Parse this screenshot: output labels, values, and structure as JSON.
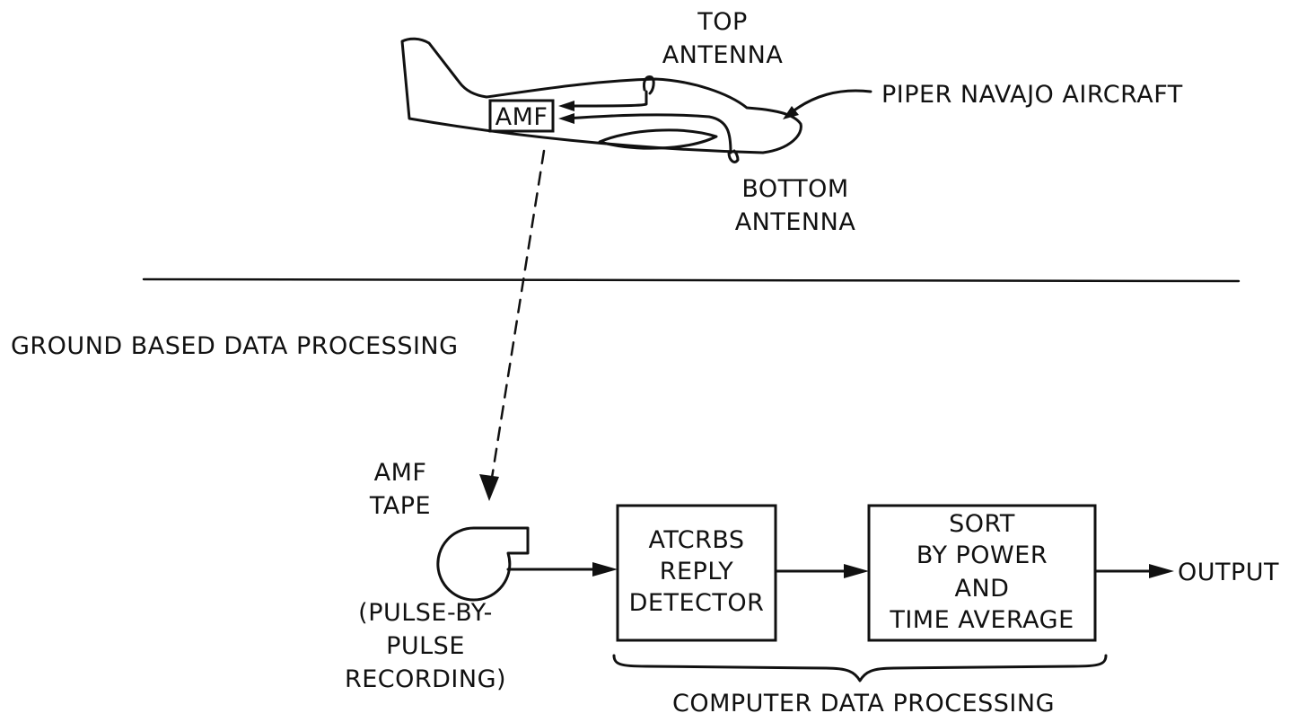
{
  "aircraft": {
    "name_label": "PIPER NAVAJO AIRCRAFT",
    "top_antenna": [
      "TOP",
      "ANTENNA"
    ],
    "bottom_antenna": [
      "BOTTOM",
      "ANTENNA"
    ],
    "amf_box_label": "AMF"
  },
  "ground": {
    "section_label": "GROUND BASED DATA PROCESSING",
    "tape_label": [
      "AMF",
      "TAPE"
    ],
    "tape_caption": [
      "(PULSE-BY-",
      "PULSE",
      "RECORDING)"
    ]
  },
  "blocks": {
    "detector": [
      "ATCRBS",
      "REPLY",
      "DETECTOR"
    ],
    "sort": [
      "SORT",
      "BY POWER",
      "AND",
      "TIME AVERAGE"
    ],
    "output_label": "OUTPUT",
    "computer_label": "COMPUTER DATA PROCESSING"
  }
}
